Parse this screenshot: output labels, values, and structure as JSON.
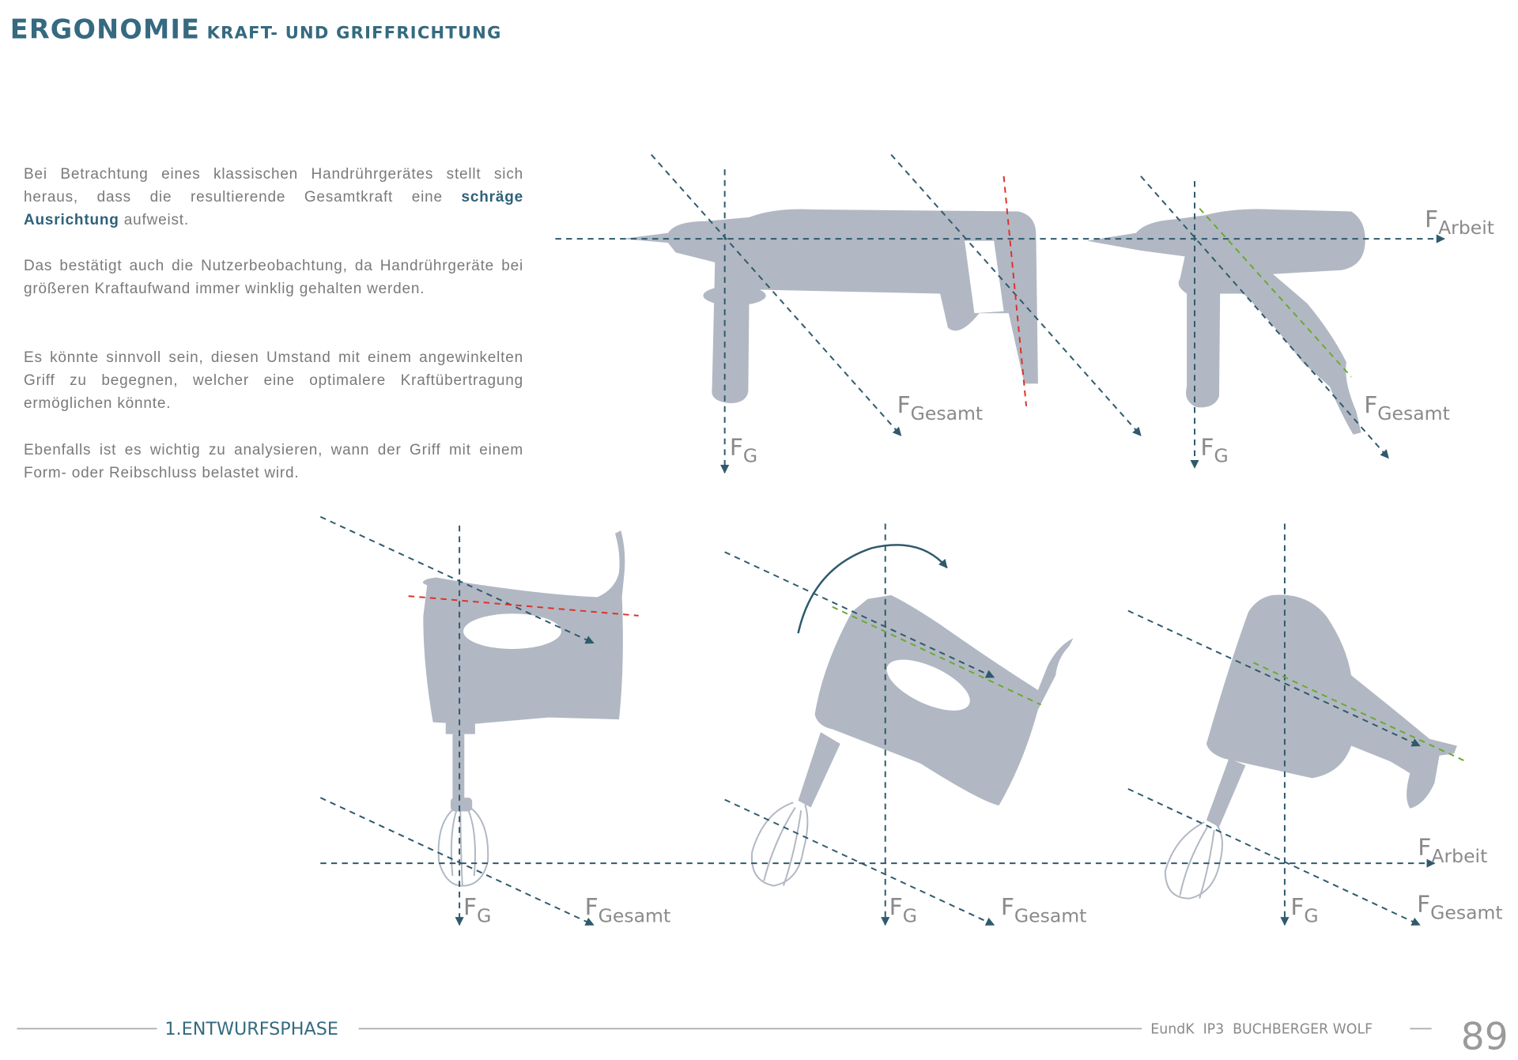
{
  "header": {
    "title": "ERGONOMIE",
    "subtitle": "KRAFT- UND GRIFFRICHTUNG"
  },
  "body": {
    "p1_before": "Bei Betrachtung eines klassischen Handrührgerätes stellt sich heraus, dass die resultierende Gesamtkraft eine ",
    "p1_highlight": "schräge Ausrichtung",
    "p1_after": " aufweist.",
    "p2": "Das bestätigt auch die Nutzerbeobachtung, da Handrührgeräte bei größeren Kraftaufwand immer winklig gehalten werden.",
    "p3": "Es könnte sinnvoll sein, diesen Umstand mit einem angewinkelten Griff zu begegnen, welcher eine optimalere Kraftübertragung ermöglichen könnte.",
    "p4": "Ebenfalls ist es wichtig zu analysieren, wann der Griff mit einem Form- oder Reibschluss belastet wird."
  },
  "labels": {
    "F": "F",
    "G": "G",
    "gesamt": "Gesamt",
    "arbeit": "Arbeit"
  },
  "footer": {
    "section": "1.ENTWURFSPHASE",
    "credits": "EundK  IP3  BUCHBERGER WOLF",
    "page": "89"
  },
  "colors": {
    "accent": "#2e6178",
    "silhouette": "#b1b8c3",
    "force_line": "#2f5a6d",
    "red_axis": "#e0302a",
    "green_axis": "#6aaa2c"
  }
}
